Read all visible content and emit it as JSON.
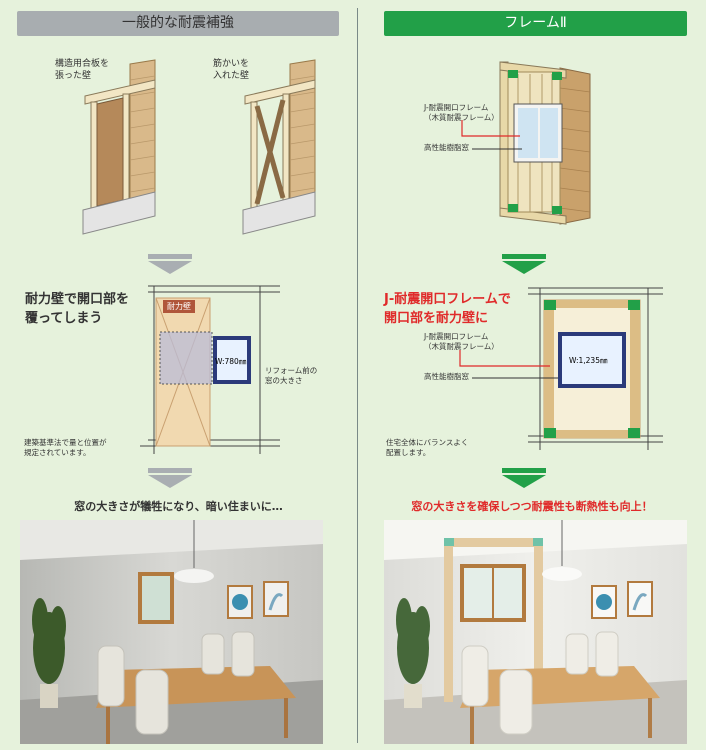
{
  "left": {
    "header": "一般的な耐震補強",
    "wall1_label": "構造用合板を\n張った壁",
    "wall2_label": "筋かいを\n入れた壁",
    "heading": "耐力壁で開口部を\n覆ってしまう",
    "wall_tag": "耐力壁",
    "window_width": "W:780㎜",
    "window_note": "リフォーム前の\n窓の大きさ",
    "law_note": "建築基準法で量と位置が\n規定されています。",
    "caption": "窓の大きさが犠牲になり、暗い住まいに…"
  },
  "right": {
    "header": "フレームⅡ",
    "frame_label": "J-耐震開口フレーム\n（木質耐震フレーム）",
    "window_label": "高性能樹脂窓",
    "heading": "J-耐震開口フレームで\n開口部を耐力壁に",
    "frame_label2": "J-耐震開口フレーム\n（木質耐震フレーム）",
    "window_label2": "高性能樹脂窓",
    "window_width": "W:1,235㎜",
    "balance_note": "住宅全体にバランスよく\n配置します。",
    "caption": "窓の大きさを確保しつつ耐震性も断熱性も向上！"
  },
  "colors": {
    "green": "#22a048",
    "red": "#e02a2a",
    "gray_arrow": "#a9aeb2"
  }
}
